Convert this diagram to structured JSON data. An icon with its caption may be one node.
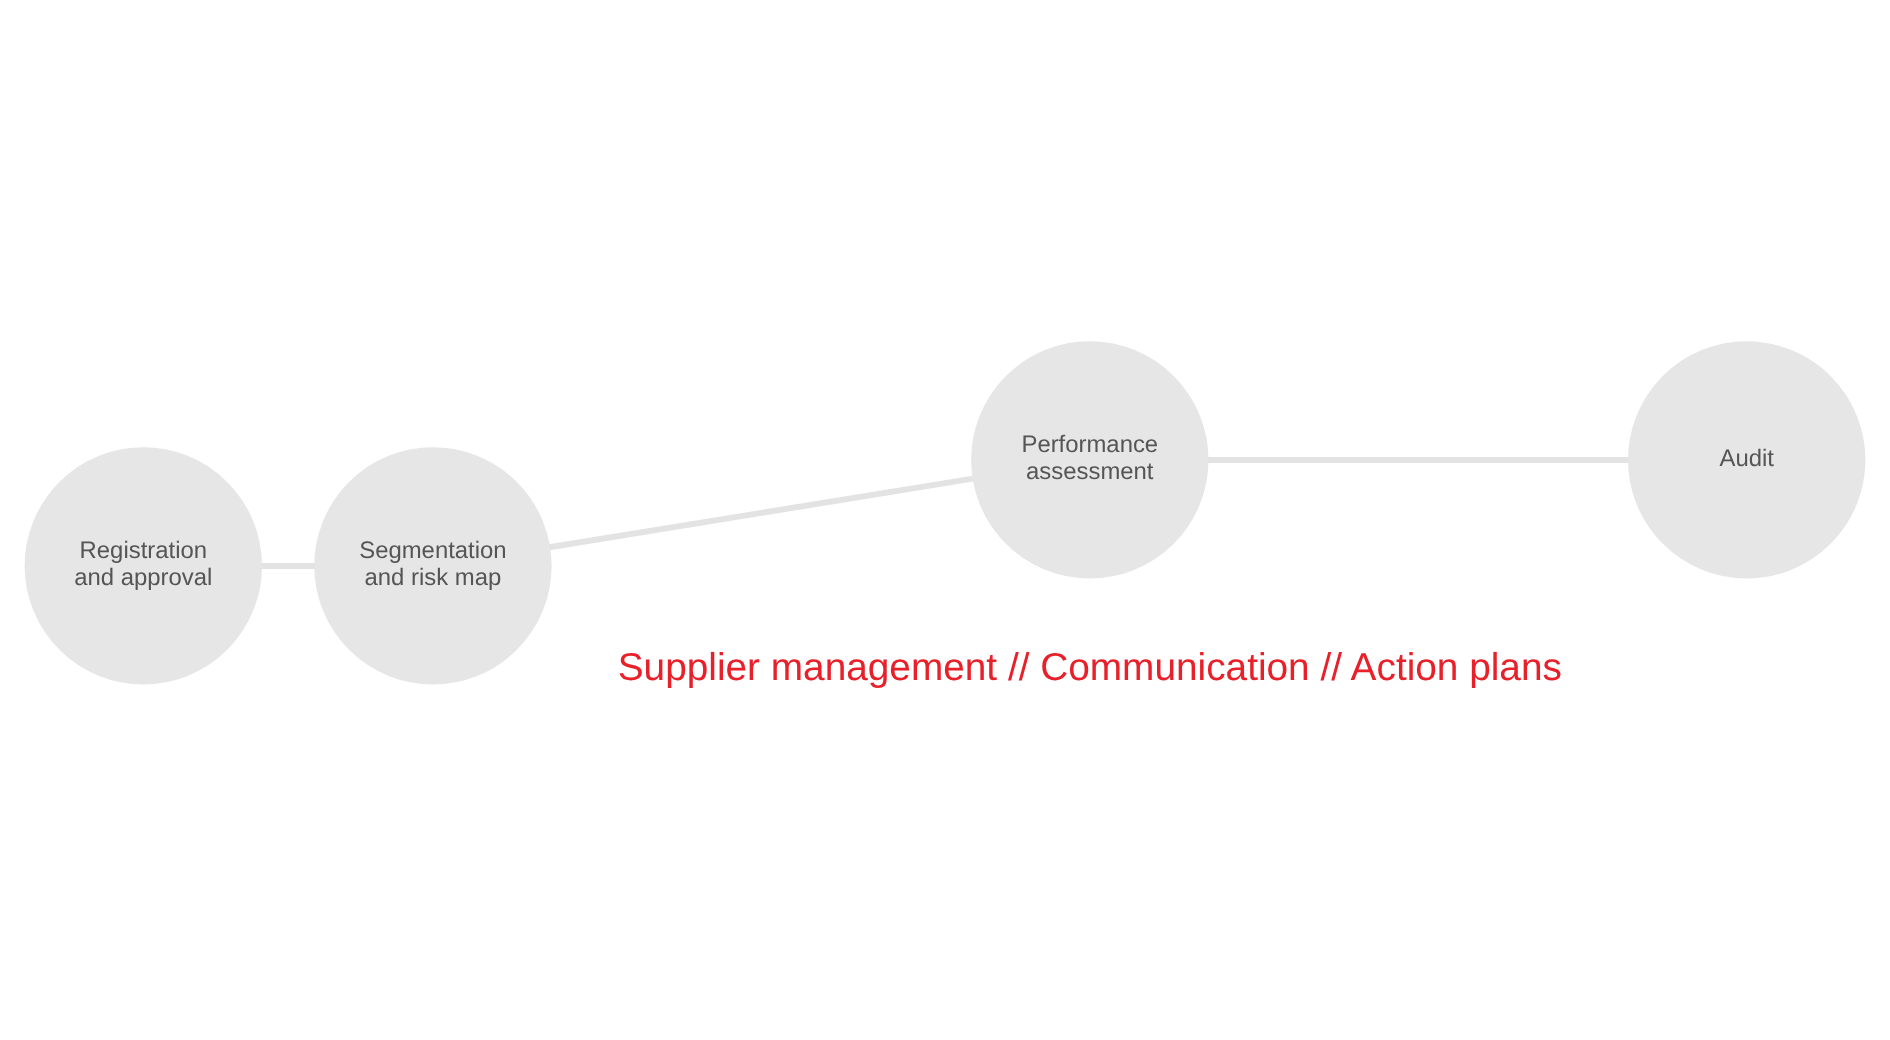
{
  "diagram": {
    "nodes": [
      {
        "text": [
          "Registration and approval"
        ]
      },
      {
        "text": [
          "Segmentation and risk map"
        ]
      },
      {
        "text": [
          "Performance assessment"
        ]
      },
      {
        "text": [
          "Audit"
        ]
      }
    ],
    "edges": [
      {
        "from": 0,
        "to": 1,
        "arrow": "none"
      },
      {
        "from": 1,
        "to": 2,
        "arrow": "none"
      },
      {
        "from": 2,
        "to": 3,
        "arrow": "none"
      }
    ],
    "labels": [
      "Supplier management // Communication // Action plans"
    ]
  }
}
